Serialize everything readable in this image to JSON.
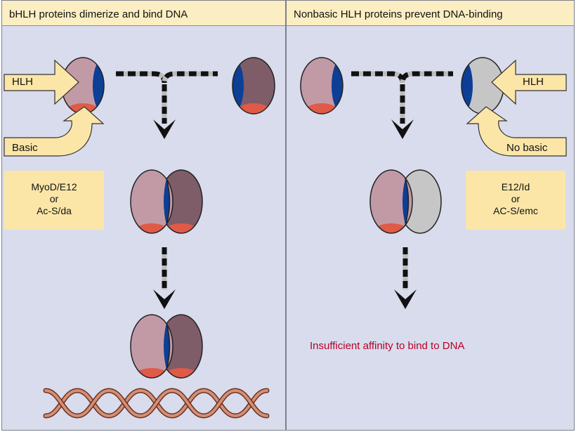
{
  "panels": {
    "left": {
      "title": "bHLH proteins dimerize and bind DNA",
      "arrow_hlh": "HLH",
      "arrow_basic": "Basic",
      "pairs": [
        "MyoD/E12",
        "or",
        "Ac-S/da"
      ]
    },
    "right": {
      "title": "Nonbasic HLH proteins prevent DNA-binding",
      "arrow_hlh": "HLH",
      "arrow_nobasic": "No basic",
      "pairs": [
        "E12/Id",
        "or",
        "AC-S/emc"
      ],
      "outcome": "Insufficient affinity to bind to DNA"
    }
  },
  "colors": {
    "panel_bg": "#d8dcec",
    "header_bg": "#fbeec3",
    "label_bg": "#fbe6a8",
    "hlh_blue": "#0c3f95",
    "basic_red": "#e05a48",
    "protein_light": "#c29aa6",
    "protein_dark": "#7e5c68",
    "protein_gray": "#c6c6c6",
    "dna_strand": "#c97e64",
    "outcome_text": "#b8002a"
  }
}
